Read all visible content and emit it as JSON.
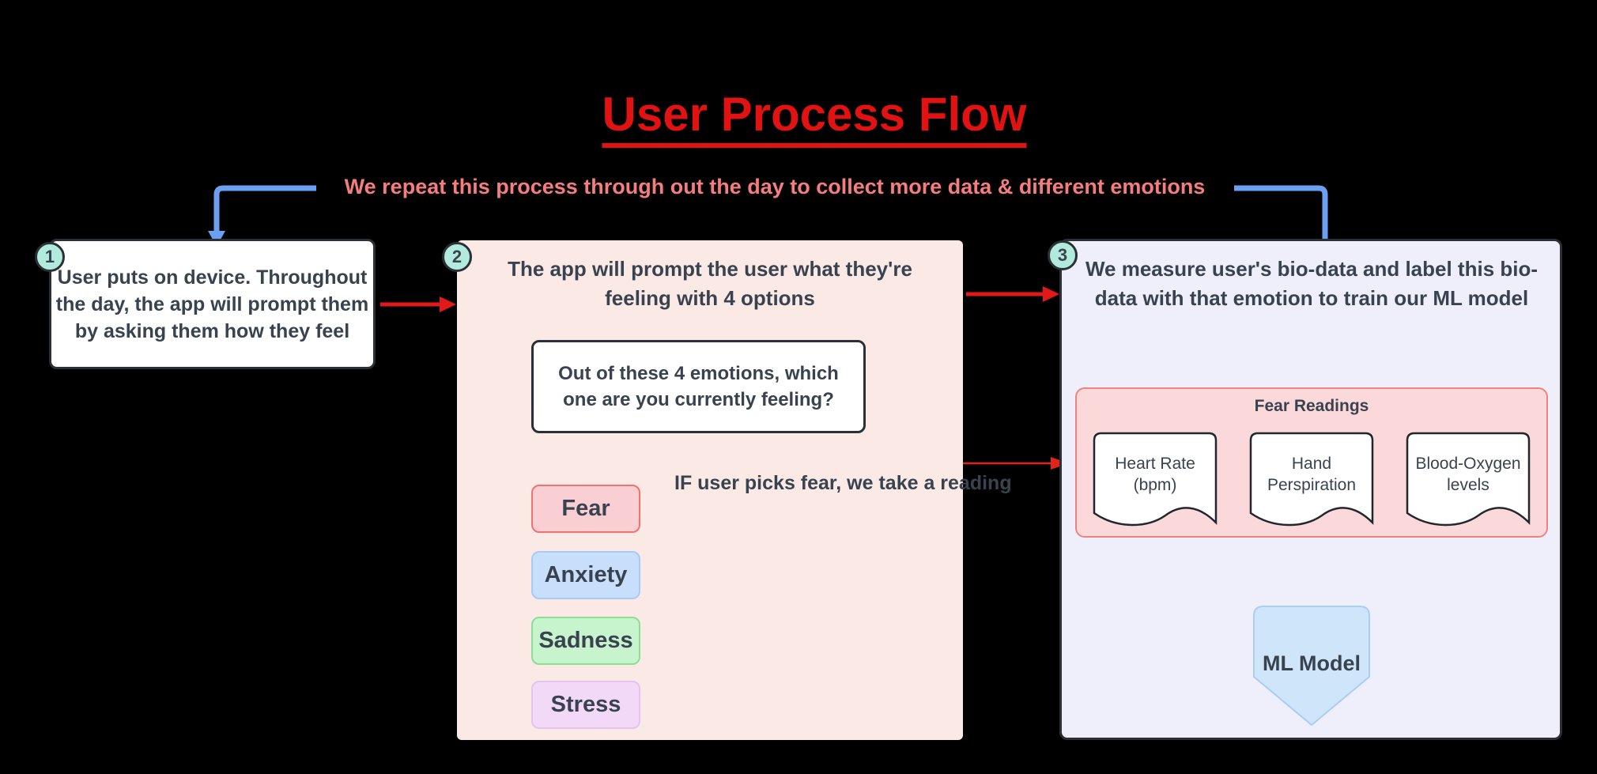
{
  "title": "User Process Flow",
  "repeat_note": "We repeat this process through out the day to collect more data & different emotions",
  "steps": {
    "one": {
      "number": "1",
      "text": "User puts on device. Throughout the day, the app will prompt them by asking them how they feel"
    },
    "two": {
      "number": "2",
      "heading": "The app will prompt the user what they're feeling with 4 options",
      "question": "Out of these 4 emotions, which one are you currently feeling?",
      "options": [
        {
          "label": "Fear",
          "fill": "#FACFD3",
          "border": "#F2726E"
        },
        {
          "label": "Anxiety",
          "fill": "#C7DFFB",
          "border": "#A8CAF6"
        },
        {
          "label": "Sadness",
          "fill": "#C7F3CD",
          "border": "#8CDE96"
        },
        {
          "label": "Stress",
          "fill": "#F2D9F8",
          "border": "#E4C3F2"
        }
      ]
    },
    "three": {
      "number": "3",
      "heading": "We measure user's bio-data and label this bio-data with that emotion to train our ML model"
    }
  },
  "fear_branch": {
    "label": "IF user picks fear, we take a reading"
  },
  "readings": {
    "title": "Fear Readings",
    "items": [
      {
        "label": "Heart Rate (bpm)"
      },
      {
        "label": "Hand Perspiration"
      },
      {
        "label": "Blood-Oxygen levels"
      }
    ]
  },
  "ml_model": {
    "label": "ML Model"
  },
  "colors": {
    "background": "#000000",
    "title_red": "#E01212",
    "note_salmon": "#F57D7D",
    "arrow_blue": "#6B9FF2",
    "arrow_red": "#E11919",
    "connector_red": "#E02418",
    "text_dark": "#39434F",
    "box_border_dark": "#2B3036",
    "step1_fill": "#FFFFFF",
    "step2_fill": "#FBE9E6",
    "step3_fill": "#EFEFFB",
    "badge_fill": "#B2EBDD",
    "readings_fill": "#FBD8DA",
    "readings_border": "#F0827E",
    "document_fill": "#FFFFFF",
    "ml_fill": "#CFE5FA",
    "ml_border": "#A9CDF3",
    "dark_arrow": "#3A4049"
  }
}
